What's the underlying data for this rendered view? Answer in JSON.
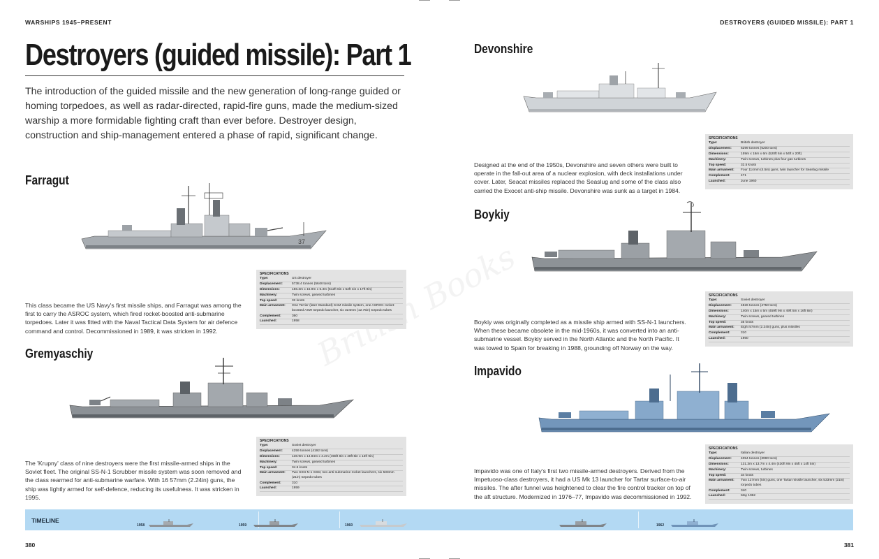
{
  "header": {
    "left": "WARSHIPS 1945–PRESENT",
    "right": "DESTROYERS (GUIDED MISSILE): PART 1"
  },
  "title": "Destroyers (guided missile): Part 1",
  "intro": "The introduction of the guided missile and the new generation of long-range guided or homing torpedoes, as well as radar-directed, rapid-fire guns, made the medium-sized warship a more formidable fighting craft than ever before. Destroyer design, construction and ship-management entered a phase of rapid, significant change.",
  "spec_heading": "SPECIFICATIONS",
  "spec_labels": [
    "Type:",
    "Displacement:",
    "Dimensions:",
    "Machinery:",
    "Top speed:",
    "Main armament:",
    "Complement:",
    "Launched:"
  ],
  "ships": {
    "farragut": {
      "name": "Farragut",
      "hull_number": "37",
      "description": "This class became the US Navy's first missile ships, and Farragut was among the first to carry the ASROC system, which fired rocket-boosted anti-submarine torpedoes. Later it was fitted with the Naval Tactical Data System for air defence command and control. Decommissioned in 1989, it was stricken in 1992.",
      "specs": [
        "US destroyer",
        "5738.4 tonnes (5648 tons)",
        "156.3m x 15.9m x 5.3m (512ft 6in x 52ft 4in x 17ft 9in)",
        "Twin screws, geared turbines",
        "32 knots",
        "One Terrier (later Standard) SAM missile system, one ASROC rocket-boosted ASW torpedo launcher, six 324mm (12.75in) torpedo tubes",
        "360",
        "1958"
      ]
    },
    "gremyaschiy": {
      "name": "Gremyaschiy",
      "description": "The 'Krupny' class of nine destroyers were the first missile-armed ships in the Soviet fleet. The original SS-N-1 Scrubber missile system was soon removed and the class rearmed for anti-submarine warfare. With 16 57mm (2.24in) guns, the ship was lightly armed for self-defence, reducing its usefulness. It was stricken in 1995.",
      "specs": [
        "Soviet destroyer",
        "4259 tonnes (4192 tons)",
        "138.9m x 14.84m x 4.2m (455ft 8in x 48ft 8in x 13ft 9in)",
        "Twin screws, geared turbines",
        "34.5 knots",
        "Two SSN-N-1 SSM, two anti-submarine rocket launchers, six 533mm (21in) torpedo tubes",
        "310",
        "1959"
      ]
    },
    "devonshire": {
      "name": "Devonshire",
      "description": "Designed at the end of the 1950s, Devonshire and seven others were built to operate in the fall-out area of a nuclear explosion, with deck installations under cover. Later, Seacat missiles replaced the Seaslug and some of the class also carried the Exocet anti-ship missile. Devonshire was sunk as a target in 1984.",
      "specs": [
        "British destroyer",
        "6299 tonnes (6200 tons)",
        "159m x 16m x 6m (520ft 6in x 54ft x 20ft)",
        "Twin screws, turbines plus four gas turbines",
        "32.5 knots",
        "Four 114mm (4.5in) guns, twin launcher for Seaslug missile",
        "471",
        "June 1960"
      ]
    },
    "boykiy": {
      "name": "Boykiy",
      "description": "Boykiy was originally completed as a missile ship armed with SS-N-1 launchers. When these became obsolete in the mid-1960s, it was converted into an anti-submarine vessel. Boykiy served in the North Atlantic and the North Pacific. It was towed to Spain for breaking in 1988, grounding off Norway on the way.",
      "specs": [
        "Soviet destroyer",
        "4826 tonnes (4750 tons)",
        "140m x 15m x 5m (459ft 9in x 49ft 5in x 16ft 6in)",
        "Twin screws, geared turbines",
        "35 knots",
        "Eight 57mm (2.24in) guns, plus missiles",
        "310",
        "1960"
      ]
    },
    "impavido": {
      "name": "Impavido",
      "description": "Impavido was one of Italy's first two missile-armed destroyers. Derived from the Impetuoso-class destroyers, it had a US Mk 13 launcher for Tartar surface-to-air missiles. The after funnel was heightened to clear the fire control tracker on top of the aft structure. Modernized in 1976–77, Impavido was decommissioned in 1992.",
      "specs": [
        "Italian destroyer",
        "4054 tonnes (3990 tons)",
        "131.3m x 13.7m x 4.4m (430ft 9in x 45ft x 14ft 5in)",
        "Twin screws, turbines",
        "34 knots",
        "Two 127mm (5in) guns, one Tartar missile launcher, six 533mm (21in) torpedo tubes",
        "340",
        "May 1962"
      ]
    }
  },
  "timeline": {
    "label": "TIMELINE",
    "years": [
      "1958",
      "1959",
      "1960",
      "1962"
    ]
  },
  "pages": {
    "left": "380",
    "right": "381"
  },
  "watermark": "British Books",
  "colors": {
    "timeline_bg": "#b3d9f3",
    "spec_bg": "#e3e3e3",
    "hull_grey": "#8f9499",
    "hull_blue": "#6f93b8"
  }
}
